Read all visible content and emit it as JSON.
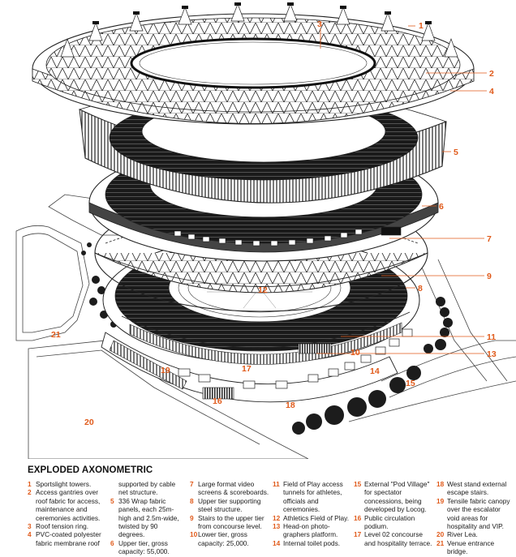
{
  "diagram": {
    "legend_title": "EXPLODED AXONOMETRIC",
    "accent_color": "#e05a1a",
    "callouts": [
      {
        "num": "1"
      },
      {
        "num": "2"
      },
      {
        "num": "3"
      },
      {
        "num": "4"
      },
      {
        "num": "5"
      },
      {
        "num": "6"
      },
      {
        "num": "7"
      },
      {
        "num": "8"
      },
      {
        "num": "9"
      },
      {
        "num": "10"
      },
      {
        "num": "11"
      },
      {
        "num": "12"
      },
      {
        "num": "13"
      },
      {
        "num": "14"
      },
      {
        "num": "15"
      },
      {
        "num": "16"
      },
      {
        "num": "17"
      },
      {
        "num": "18"
      },
      {
        "num": "19"
      },
      {
        "num": "20"
      },
      {
        "num": "21"
      }
    ],
    "legend_columns": [
      [
        {
          "num": "1",
          "text": "Sportslight towers."
        },
        {
          "num": "2",
          "text": "Access gantries over roof fabric for access, maintenance and ceremonies activities."
        },
        {
          "num": "3",
          "text": "Roof tension ring."
        },
        {
          "num": "4",
          "text": "PVC-coated polyester fabric membrane roof"
        }
      ],
      [
        {
          "num": "",
          "text": "supported by cable net structure."
        },
        {
          "num": "5",
          "text": "336 Wrap fabric panels, each 25m-high and 2.5m-wide, twisted by 90 degrees."
        },
        {
          "num": "6",
          "text": "Upper tier, gross capacity: 55,000."
        }
      ],
      [
        {
          "num": "7",
          "text": "Large format video screens & scoreboards."
        },
        {
          "num": "8",
          "text": "Upper tier supporting steel structure."
        },
        {
          "num": "9",
          "text": "Stairs to the upper tier from concourse level."
        },
        {
          "num": "10",
          "text": "Lower tier, gross capacity: 25,000."
        }
      ],
      [
        {
          "num": "11",
          "text": "Field of Play access tunnels for athletes, officials and ceremonies."
        },
        {
          "num": "12",
          "text": "Athletics Field of Play."
        },
        {
          "num": "13",
          "text": "Head-on photo-graphers platform."
        },
        {
          "num": "14",
          "text": "Internal toilet pods."
        }
      ],
      [
        {
          "num": "15",
          "text": "External \"Pod Village\" for spectator concessions, being developed by Locog."
        },
        {
          "num": "16",
          "text": "Public circulation podium."
        },
        {
          "num": "17",
          "text": "Level 02 concourse and hospitality terrace."
        }
      ],
      [
        {
          "num": "18",
          "text": "West stand external escape stairs."
        },
        {
          "num": "19",
          "text": "Tensile fabric canopy over the escalator void areas for hospitality and VIP."
        },
        {
          "num": "20",
          "text": "River Lea."
        },
        {
          "num": "21",
          "text": "Venue entrance bridge."
        }
      ]
    ]
  }
}
